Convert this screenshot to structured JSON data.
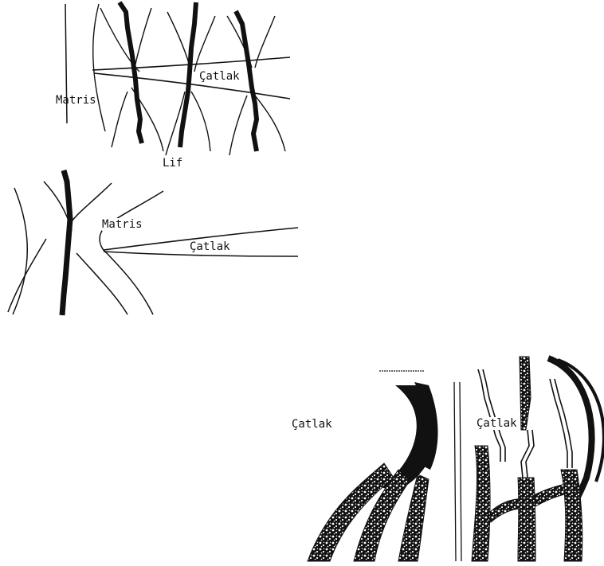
{
  "labels": {
    "panel_a": {
      "matris": "Matris",
      "catlak": "Çatlak",
      "lif": "Lif"
    },
    "panel_b": {
      "matris": "Matris",
      "catlak": "Çatlak"
    },
    "panel_c": {
      "catlak": "Çatlak"
    },
    "panel_d": {
      "catlak": "Çatlak"
    }
  },
  "colors": {
    "ink": "#111111",
    "background": "#ffffff"
  }
}
